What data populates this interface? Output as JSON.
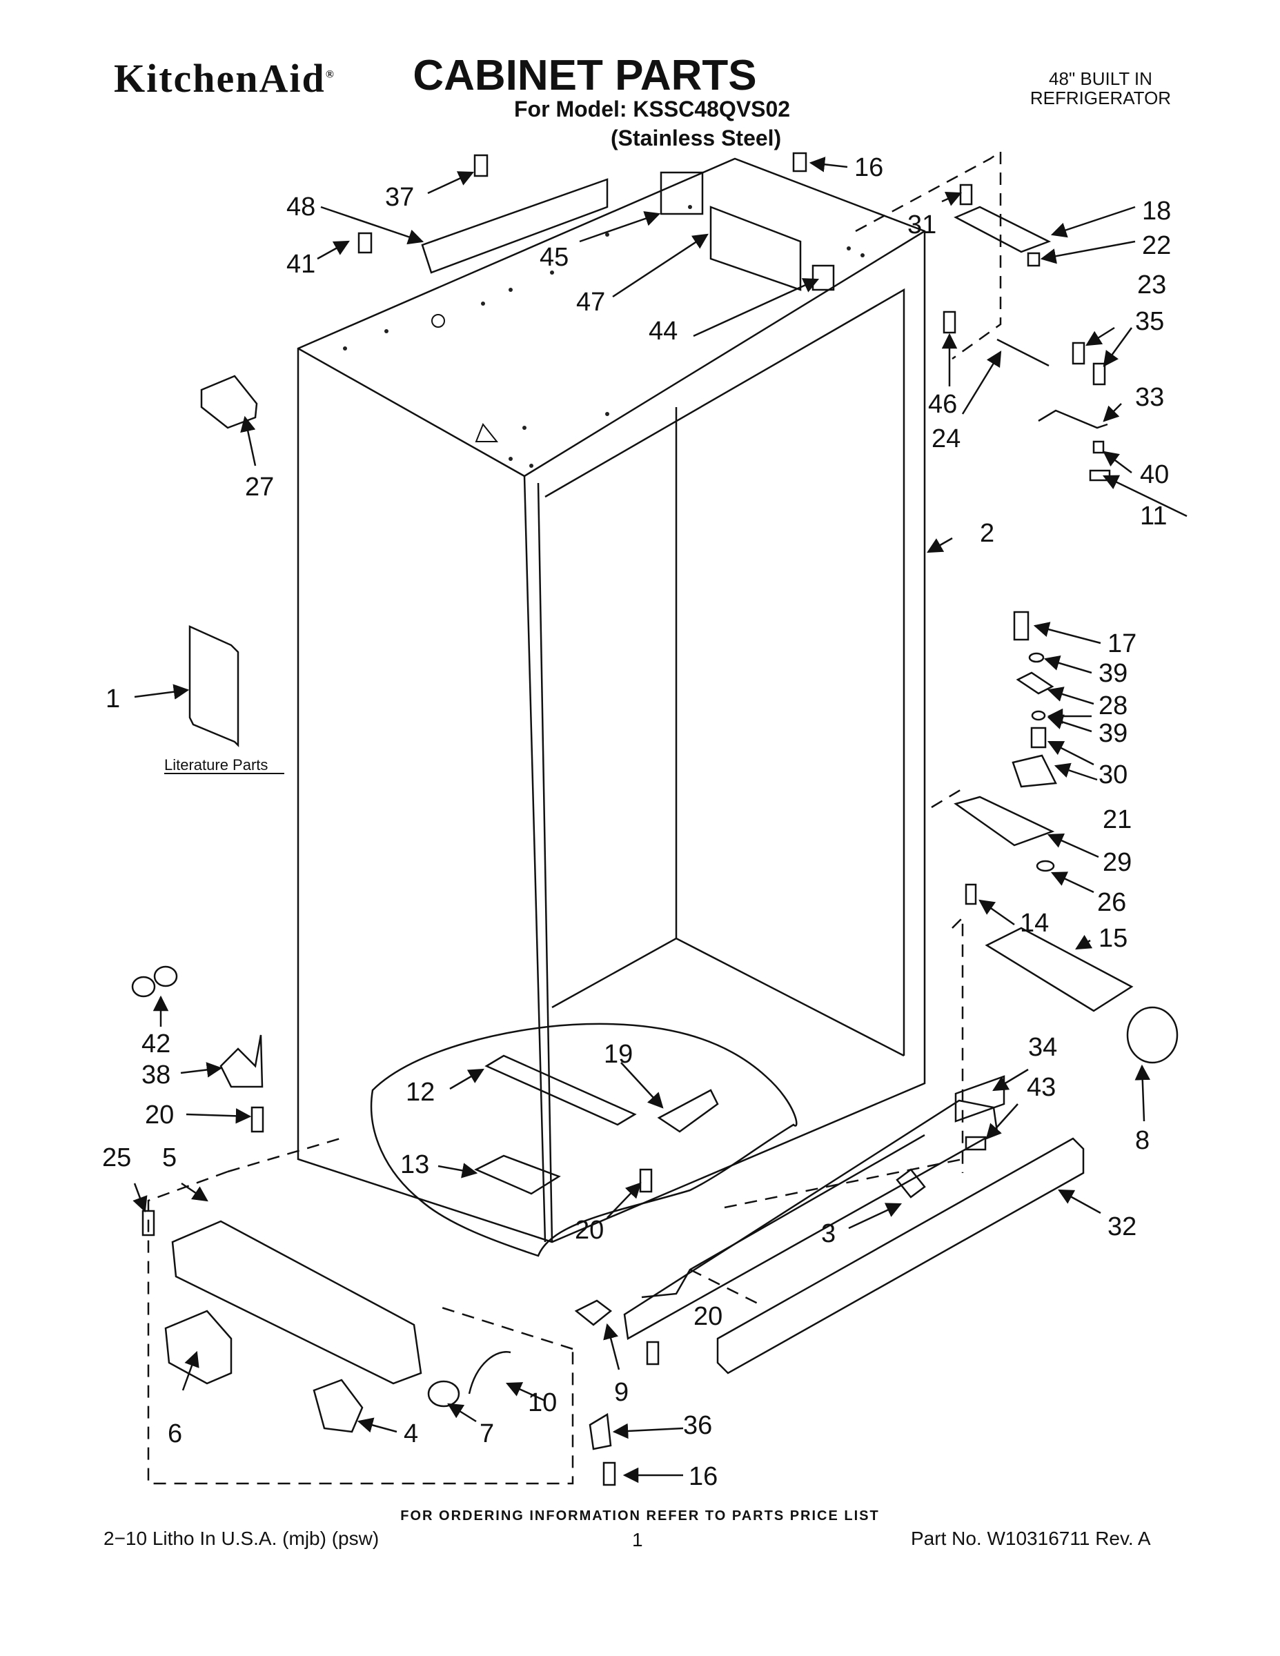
{
  "header": {
    "brand": "KitchenAid",
    "title": "CABINET PARTS",
    "model_line": "For Model: KSSC48QVS02",
    "variant": "(Stainless Steel)",
    "product_line1": "48\" BUILT IN",
    "product_line2": "REFRIGERATOR"
  },
  "diagram": {
    "literature_label": "Literature Parts",
    "callouts": [
      {
        "id": "c1",
        "label": "1"
      },
      {
        "id": "c2",
        "label": "2"
      },
      {
        "id": "c3",
        "label": "3"
      },
      {
        "id": "c4",
        "label": "4"
      },
      {
        "id": "c5",
        "label": "5"
      },
      {
        "id": "c6",
        "label": "6"
      },
      {
        "id": "c7",
        "label": "7"
      },
      {
        "id": "c8",
        "label": "8"
      },
      {
        "id": "c9",
        "label": "9"
      },
      {
        "id": "c10",
        "label": "10"
      },
      {
        "id": "c11",
        "label": "11"
      },
      {
        "id": "c12",
        "label": "12"
      },
      {
        "id": "c13",
        "label": "13"
      },
      {
        "id": "c14",
        "label": "14"
      },
      {
        "id": "c15",
        "label": "15"
      },
      {
        "id": "c16a",
        "label": "16"
      },
      {
        "id": "c16b",
        "label": "16"
      },
      {
        "id": "c17",
        "label": "17"
      },
      {
        "id": "c18",
        "label": "18"
      },
      {
        "id": "c19",
        "label": "19"
      },
      {
        "id": "c20a",
        "label": "20"
      },
      {
        "id": "c20b",
        "label": "20"
      },
      {
        "id": "c20c",
        "label": "20"
      },
      {
        "id": "c21",
        "label": "21"
      },
      {
        "id": "c22",
        "label": "22"
      },
      {
        "id": "c23",
        "label": "23"
      },
      {
        "id": "c24",
        "label": "24"
      },
      {
        "id": "c25",
        "label": "25"
      },
      {
        "id": "c26",
        "label": "26"
      },
      {
        "id": "c27",
        "label": "27"
      },
      {
        "id": "c28",
        "label": "28"
      },
      {
        "id": "c29",
        "label": "29"
      },
      {
        "id": "c30",
        "label": "30"
      },
      {
        "id": "c31",
        "label": "31"
      },
      {
        "id": "c32",
        "label": "32"
      },
      {
        "id": "c33",
        "label": "33"
      },
      {
        "id": "c34",
        "label": "34"
      },
      {
        "id": "c35",
        "label": "35"
      },
      {
        "id": "c36",
        "label": "36"
      },
      {
        "id": "c37",
        "label": "37"
      },
      {
        "id": "c38",
        "label": "38"
      },
      {
        "id": "c39a",
        "label": "39"
      },
      {
        "id": "c39b",
        "label": "39"
      },
      {
        "id": "c40",
        "label": "40"
      },
      {
        "id": "c41",
        "label": "41"
      },
      {
        "id": "c42",
        "label": "42"
      },
      {
        "id": "c43",
        "label": "43"
      },
      {
        "id": "c44",
        "label": "44"
      },
      {
        "id": "c45",
        "label": "45"
      },
      {
        "id": "c46",
        "label": "46"
      },
      {
        "id": "c47",
        "label": "47"
      },
      {
        "id": "c48",
        "label": "48"
      }
    ]
  },
  "footer": {
    "ordering_note": "FOR ORDERING INFORMATION REFER TO PARTS PRICE LIST",
    "litho": "2−10 Litho In U.S.A. (mjb) (psw)",
    "page": "1",
    "part_no": "Part No. W10316711 Rev. A"
  }
}
